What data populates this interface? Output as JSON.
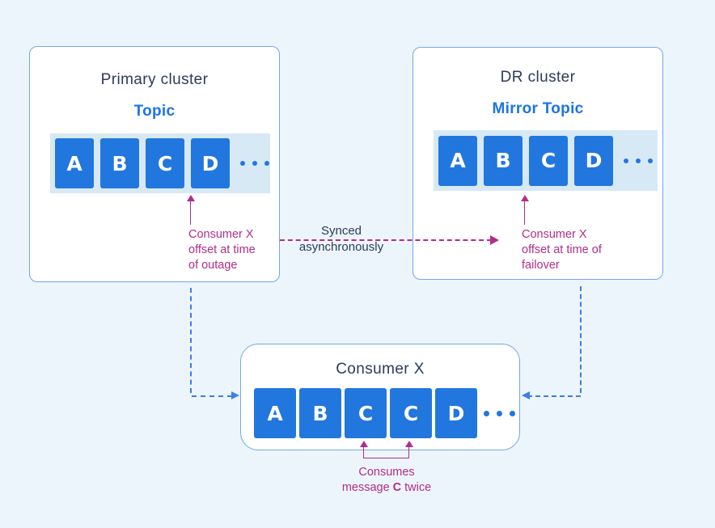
{
  "primary_cluster": {
    "title": "Primary cluster",
    "topic_label": "Topic",
    "messages": [
      "A",
      "B",
      "C",
      "D"
    ],
    "offset_note_lines": [
      "Consumer X",
      "offset at time",
      "of outage"
    ]
  },
  "dr_cluster": {
    "title": "DR cluster",
    "topic_label": "Mirror Topic",
    "messages": [
      "A",
      "B",
      "C",
      "D"
    ],
    "offset_note_lines": [
      "Consumer X",
      "offset at time of",
      "failover"
    ]
  },
  "sync": {
    "label_lines": [
      "Synced",
      "asynchronously"
    ]
  },
  "consumer": {
    "title": "Consumer X",
    "messages": [
      "A",
      "B",
      "C",
      "C",
      "D"
    ],
    "note_line1": "Consumes",
    "note_line2_prefix": "message",
    "note_line2_bold": "C",
    "note_line2_suffix": "twice"
  },
  "colors": {
    "background": "#ecf5fb",
    "box_border": "#74a7e9",
    "box_fill": "#ffffff",
    "strip_background": "#d7e9f4",
    "message_blue": "#2277de",
    "topic_blue": "#1b74e8",
    "heading_navy": "#2e3a5c",
    "annotation_magenta": "#b12d8a",
    "connector_blue": "#3d7ee8"
  }
}
